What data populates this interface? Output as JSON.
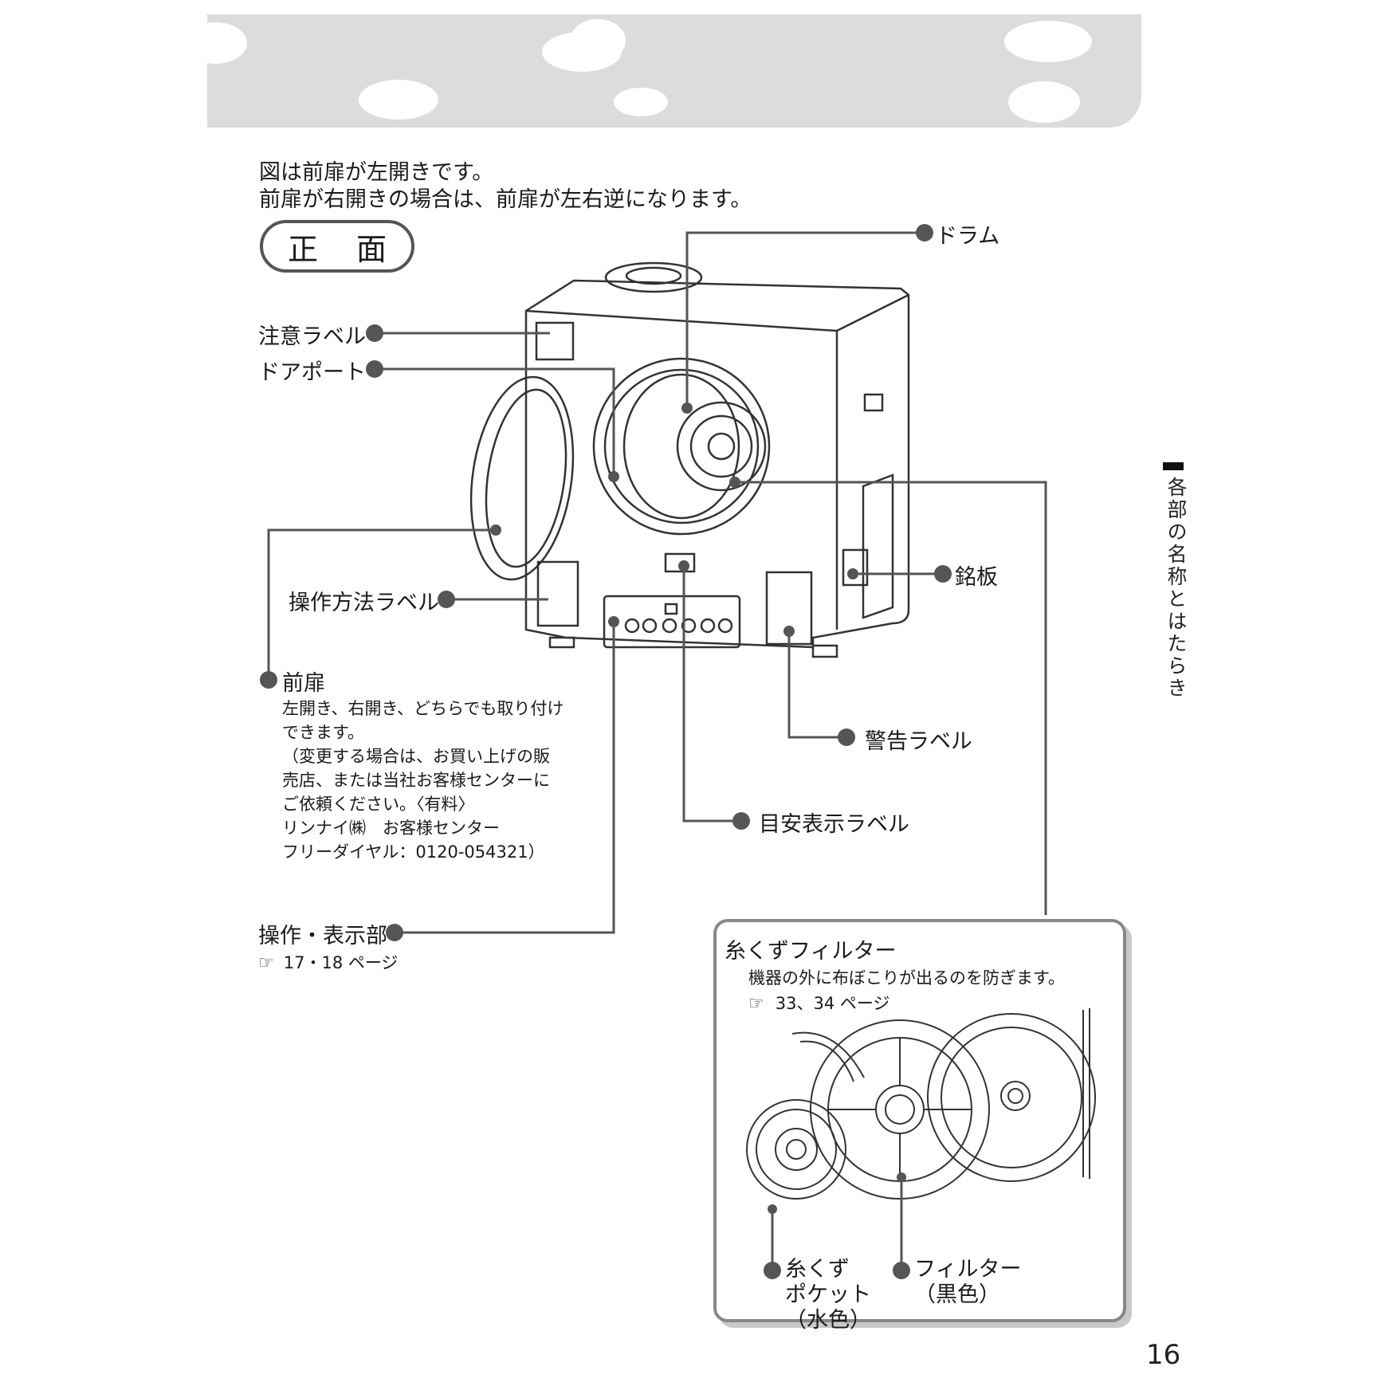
{
  "intro": {
    "line1": "図は前扉が左開きです。",
    "line2": "前扉が右開きの場合は、前扉が左右逆になります。"
  },
  "view_badge": "正 面",
  "labels": {
    "drum": "ドラム",
    "caution_label": "注意ラベル",
    "door_port": "ドアポート",
    "operation_label": "操作方法ラベル",
    "nameplate": "銘板",
    "warning_label": "警告ラベル",
    "guide_label": "目安表示ラベル"
  },
  "front_door": {
    "title": "前扉",
    "note_lines": [
      "左開き、右開き、どちらでも取り付け",
      "できます。",
      "（変更する場合は、お買い上げの販",
      "売店、または当社お客様センターに",
      "ご依頼ください。〈有料〉",
      "リンナイ㈱　お客様センター",
      "フリーダイヤル：0120-054321）"
    ]
  },
  "control_panel": {
    "title": "操作・表示部",
    "ref": "17・18 ページ"
  },
  "lint_filter": {
    "title": "糸くずフィルター",
    "desc": "機器の外に布ぼこりが出るのを防ぎます。",
    "ref": "33、34 ページ",
    "pocket": [
      "糸くず",
      "ポケット",
      "（水色）"
    ],
    "filter": [
      "フィルター",
      "（黒色）"
    ]
  },
  "side_index": "各部の名称とはたらき",
  "page_number": "16",
  "icons": {
    "reference": "pointing-hand-icon",
    "bullet": "filled-circle-icon"
  },
  "colors": {
    "banner": "#dcdcdc",
    "leader": "#555555",
    "box_border": "#888888"
  }
}
